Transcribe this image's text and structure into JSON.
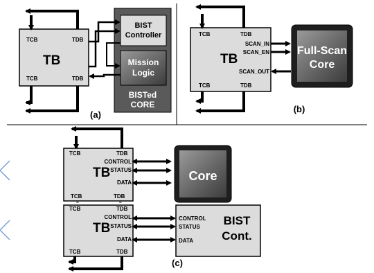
{
  "panel_a": {
    "tb": {
      "title": "TB",
      "tcb_top": "TCB",
      "tdb_top": "TDB",
      "tcb_bottom": "TCB",
      "tdb_bottom": "TDB"
    },
    "bist_controller": [
      "BIST",
      "Controller"
    ],
    "mission_logic": [
      "Mission",
      "Logic"
    ],
    "core_caption": [
      "BISTed",
      "CORE"
    ],
    "caption": "(a)"
  },
  "panel_b": {
    "tb": {
      "title": "TB",
      "tcb_top": "TCB",
      "tdb_top": "TDB",
      "tcb_bottom": "TCB",
      "tdb_bottom": "TDB"
    },
    "ports": {
      "scan_in": "SCAN_IN",
      "scan_en": "SCAN_EN",
      "scan_out": "SCAN_OUT"
    },
    "core_label": [
      "Full-Scan",
      "Core"
    ],
    "caption": "(b)"
  },
  "panel_c": {
    "tb_upper": {
      "title": "TB",
      "tcb": "TCB",
      "tdb": "TDB",
      "control": "CONTROL",
      "status": "STATUS",
      "data": "DATA"
    },
    "tb_lower": {
      "title": "TB",
      "tcb": "TCB",
      "tdb": "TDB",
      "control": "CONTROL",
      "status": "STATUS",
      "data": "DATA"
    },
    "between": {
      "tcb": "TCB",
      "tdb": "TDB"
    },
    "core_label": "Core",
    "bist_cont": {
      "control": "CONTROL",
      "status": "STATUS",
      "data": "DATA",
      "title": [
        "BIST",
        "Cont."
      ]
    },
    "bottom": {
      "tcb": "TCB",
      "tdb": "TDB"
    },
    "caption": "(c)"
  },
  "colors": {
    "box_fill": "#dcdcdc",
    "chip_dark": "#222222",
    "core_container": "#5a5a5a"
  }
}
